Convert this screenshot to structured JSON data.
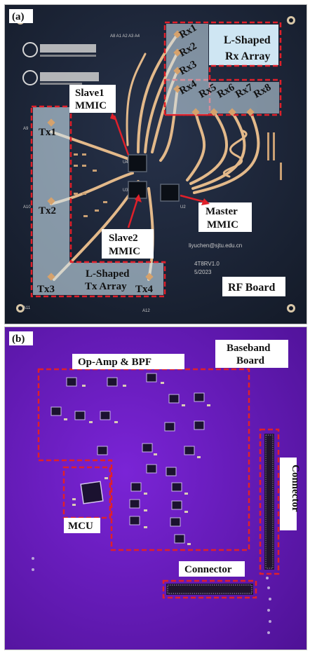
{
  "panel_a": {
    "tag": "(a)",
    "rx_array_line1": "L-Shaped",
    "rx_array_line2": "Rx Array",
    "rx_labels": [
      "Rx1",
      "Rx2",
      "Rx3",
      "Rx4",
      "Rx5",
      "Rx6",
      "Rx7",
      "Rx8"
    ],
    "tx_labels": [
      "Tx1",
      "Tx2",
      "Tx3",
      "Tx4"
    ],
    "tx_array_line1": "L-Shaped",
    "tx_array_line2": "Tx Array",
    "slave1_line1": "Slave1",
    "slave1_line2": "MMIC",
    "slave2_line1": "Slave2",
    "slave2_line2": "MMIC",
    "master_line1": "Master",
    "master_line2": "MMIC",
    "board_name": "RF Board",
    "silk_version": "4T8RV1.0",
    "silk_date": "5/2023",
    "silk_email": "liyuchen@sjtu.edu.cn",
    "silk_pins": "A8 A1 A2 A3 A4",
    "silk_a9": "A9",
    "silk_a10": "A10",
    "silk_a11": "A11",
    "silk_a12": "A12",
    "silk_u4": "U4",
    "silk_u3": "U3",
    "silk_u2": "U2"
  },
  "panel_b": {
    "tag": "(b)",
    "board_line1": "Baseband",
    "board_line2": "Board",
    "opamp_label": "Op-Amp & BPF",
    "mcu_label": "MCU",
    "connector_right": "Connector",
    "connector_bottom": "Connector"
  },
  "colors": {
    "rf_board": "#1d2738",
    "trace": "#e3b98a",
    "annotation": "#e0202a",
    "label_box": "#cfe6f3",
    "baseband_board": "#6a1bc3"
  }
}
